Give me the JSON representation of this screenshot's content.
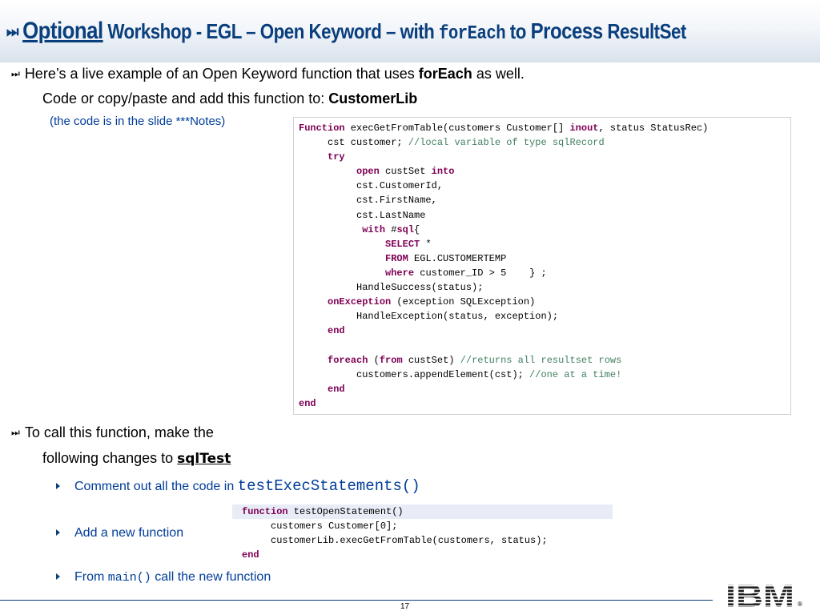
{
  "title": {
    "glyph": "⏭",
    "optional": "Optional",
    "part1": "Workshop - EGL – Open Keyword – with",
    "code": "forEach",
    "part2": "to",
    "process": "Process",
    "part3": "ResultSet"
  },
  "bullet_icon": "⏭",
  "para1": {
    "line1_prefix": "Here’s a live example of an Open Keyword function that uses",
    "line1_bold": "forEach",
    "line1_suffix": "as well.",
    "line2_prefix": "Code or copy/paste and add this function to:",
    "line2_bold": "CustomerLib",
    "note": "(the code is in the slide ***Notes)"
  },
  "code1": {
    "l1_kw": "Function",
    "l1_a": " execGetFromTable(customers Customer[] ",
    "l1_kw2": "inout",
    "l1_b": ", status StatusRec)",
    "l2_a": "     cst customer; ",
    "l2_cm": "//local variable of type sqlRecord",
    "l3_kw": "try",
    "l4_kw": "open",
    "l4_a": " custSet ",
    "l4_kw2": "into",
    "l5": "          cst.CustomerId,",
    "l6": "          cst.FirstName,",
    "l7": "          cst.LastName",
    "l8_kw": "with",
    "l8_a": " #",
    "l8_kw2": "sql",
    "l8_b": "{",
    "l9_kw": "SELECT",
    "l9_a": " *",
    "l10_kw": "FROM",
    "l10_a": " EGL.CUSTOMERTEMP",
    "l11_kw": "where",
    "l11_a": " customer_ID > 5    } ;",
    "l12": "          HandleSuccess(status);",
    "l13_kw": "onException",
    "l13_a": " (exception SQLException)",
    "l14": "          HandleException(status, exception);",
    "l15_kw": "end",
    "l17_kw": "foreach",
    "l17_a": " (",
    "l17_kw2": "from",
    "l17_b": " custSet) ",
    "l17_cm": "//returns all resultset rows",
    "l18_a": "          customers.appendElement(cst); ",
    "l18_cm": "//one at a time!",
    "l19_kw": "end",
    "l20_kw": "end"
  },
  "para2": {
    "line1": "To call this function, make the",
    "line2_prefix": "following changes to",
    "line2_bold": "sqlTest"
  },
  "subbullets": {
    "s1_prefix": "Comment out all the code in",
    "s1_code": "testExecStatements()",
    "s2": "Add a new function",
    "s3_prefix": "From",
    "s3_code": "main()",
    "s3_suffix": "call the new function"
  },
  "code2": {
    "l1_kw": "function",
    "l1_a": " testOpenStatement()",
    "l2": "     customers Customer[0];",
    "l3": "     customerLib.execGetFromTable(customers, status);",
    "l4_kw": "end"
  },
  "footer": {
    "page": "17",
    "logo": "IBM",
    "reg": "®"
  },
  "colors": {
    "title": "#0a3f7d",
    "subbullet": "#003d99",
    "keyword": "#7f0055",
    "comment": "#3f7f5f"
  }
}
